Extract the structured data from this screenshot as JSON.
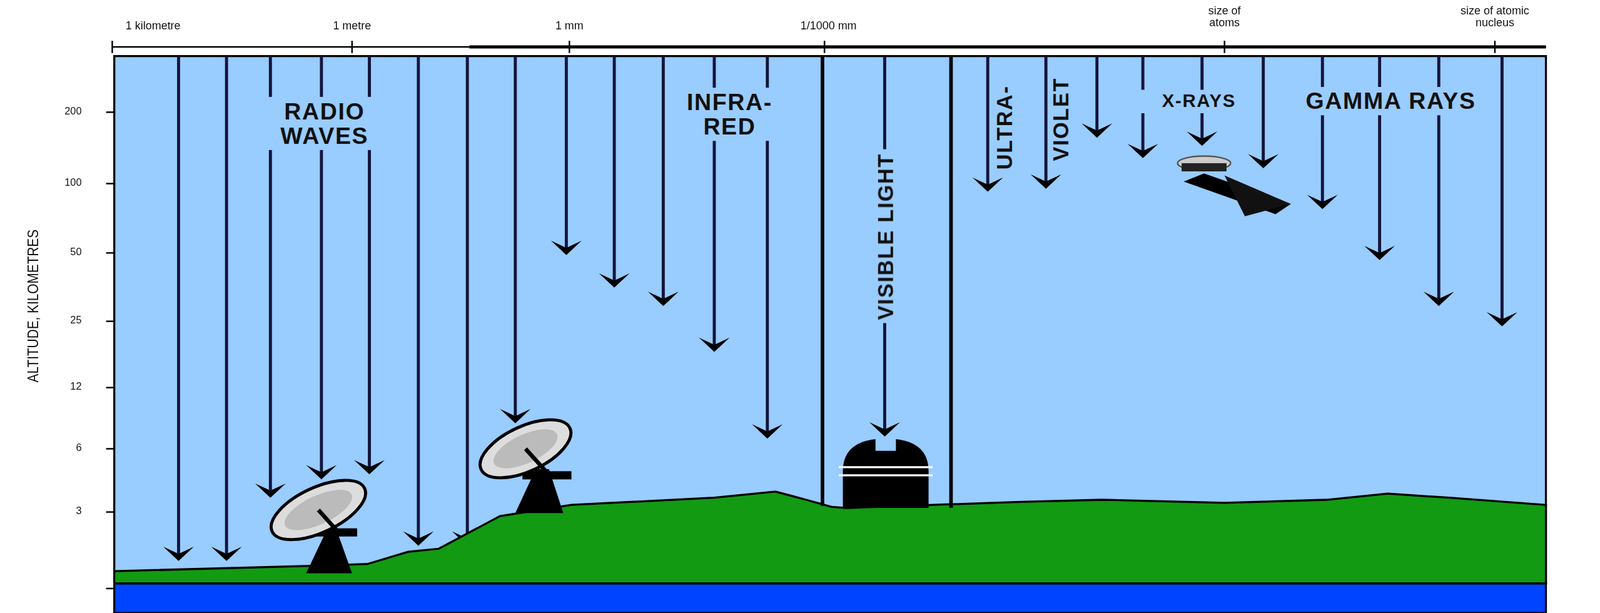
{
  "diagram": {
    "labels": [
      "1 kilometre",
      "1 metre",
      "1 mm",
      "1/1000 mm",
      "size of atoms",
      "size of atomic nucleus",
      "200",
      "100",
      "50",
      "25",
      "12",
      "6",
      "3",
      "ALTITUDE, KILOMETRES",
      "RADIO WAVES",
      "INFRA- RED",
      "VISIBLE LIGHT",
      "ULTRA-",
      "VIOLET",
      "X-RAYS",
      "GAMMA RAYS"
    ]
  }
}
